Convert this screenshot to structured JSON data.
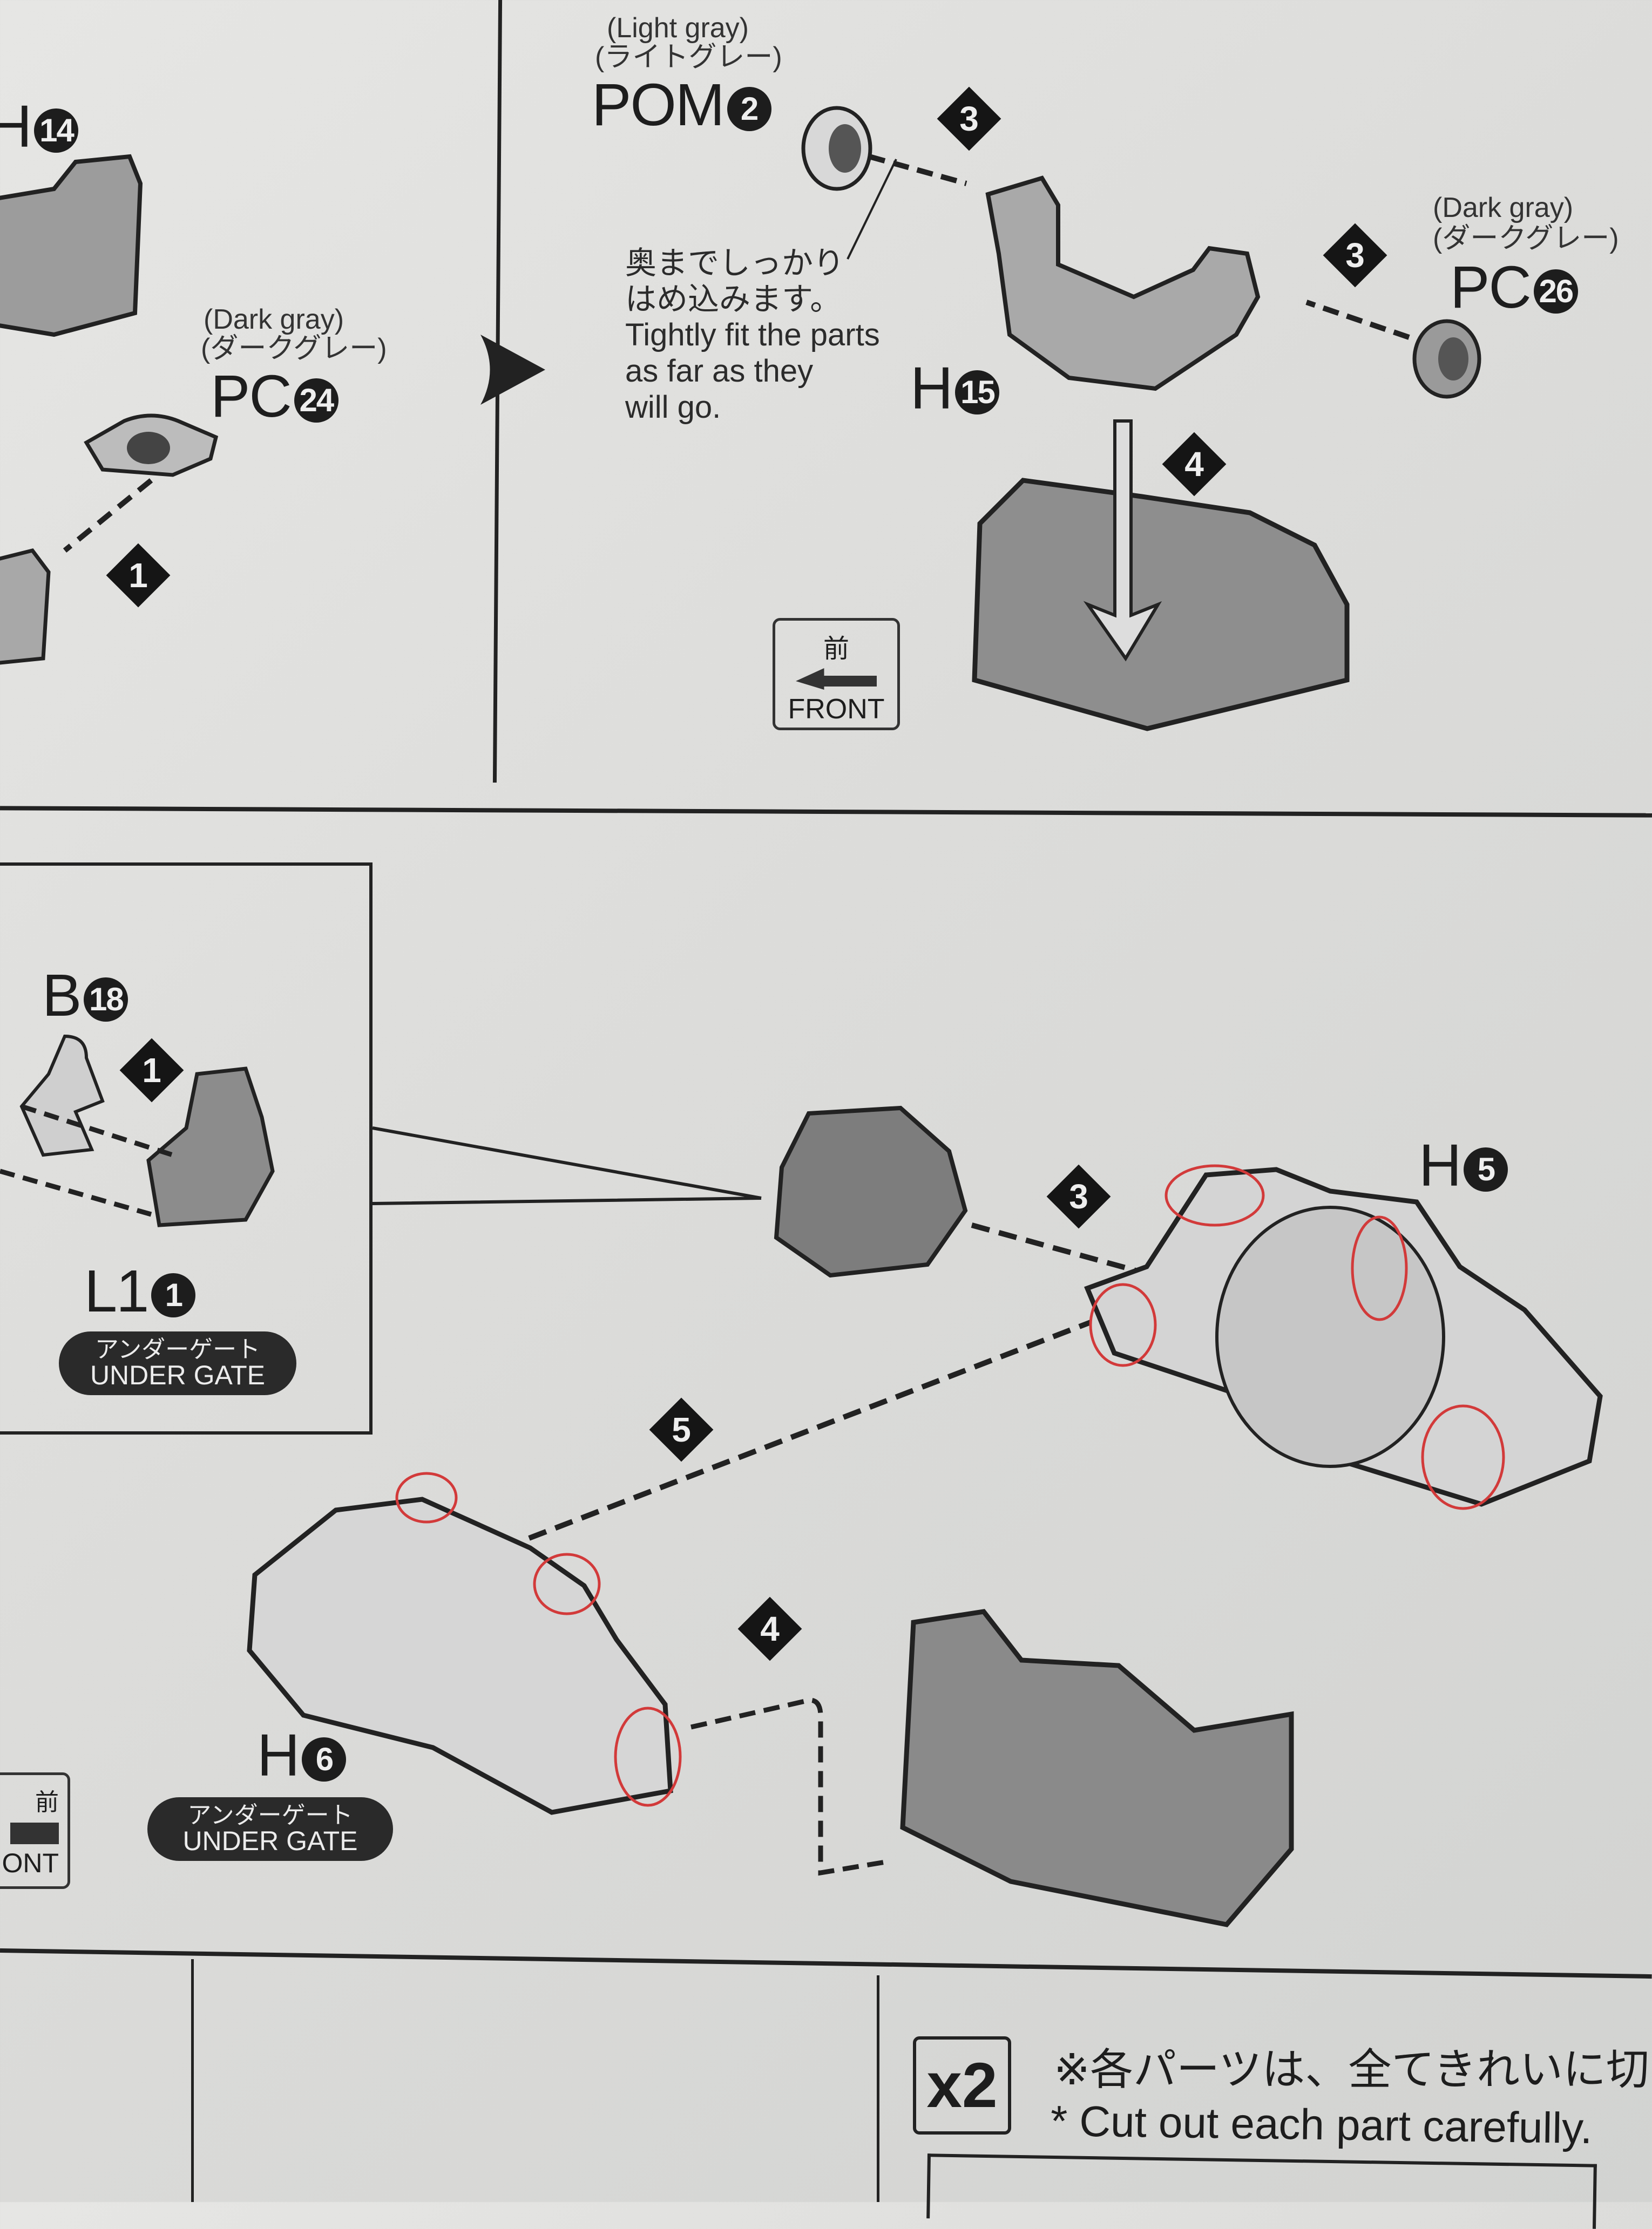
{
  "top_left": {
    "part_h": "H",
    "part_h_num": "14",
    "color_en": "(Dark gray)",
    "color_jp": "(ダークグレー)",
    "part_pc": "PC",
    "part_pc_num": "24",
    "step": "1"
  },
  "top_right": {
    "pom_color_en": "(Light gray)",
    "pom_color_jp": "(ライトグレー)",
    "pom": "POM",
    "pom_num": "2",
    "note_jp_1": "奥までしっかり",
    "note_jp_2": "はめ込みます。",
    "note_en_1": "Tightly fit the parts",
    "note_en_2": "as far as they",
    "note_en_3": "will go.",
    "part_h": "H",
    "part_h_num": "15",
    "pc_color_en": "(Dark gray)",
    "pc_color_jp": "(ダークグレー)",
    "pc": "PC",
    "pc_num": "26",
    "step_a": "3",
    "step_b": "3",
    "step_c": "4",
    "front_jp": "前",
    "front_en": "FRONT"
  },
  "bottom": {
    "inset": {
      "part_b": "B",
      "part_b_num": "18",
      "step": "1",
      "part_l": "L1",
      "part_l_num": "1",
      "gate_jp": "アンダーゲート",
      "gate_en": "UNDER GATE"
    },
    "step_3": "3",
    "step_4": "4",
    "step_5": "5",
    "part_h5": "H",
    "part_h5_num": "5",
    "part_h6": "H",
    "part_h6_num": "6",
    "gate_jp": "アンダーゲート",
    "gate_en": "UNDER GATE",
    "front_jp": "前",
    "front_en": "ONT"
  },
  "footer": {
    "multiplier": "x2",
    "note_jp": "※各パーツは、全てきれいに切り",
    "note_en": "* Cut out each part carefully."
  },
  "colors": {
    "annotation": "#d23a3a",
    "ink": "#1d1d1d",
    "paper": "#e2e2e0"
  }
}
